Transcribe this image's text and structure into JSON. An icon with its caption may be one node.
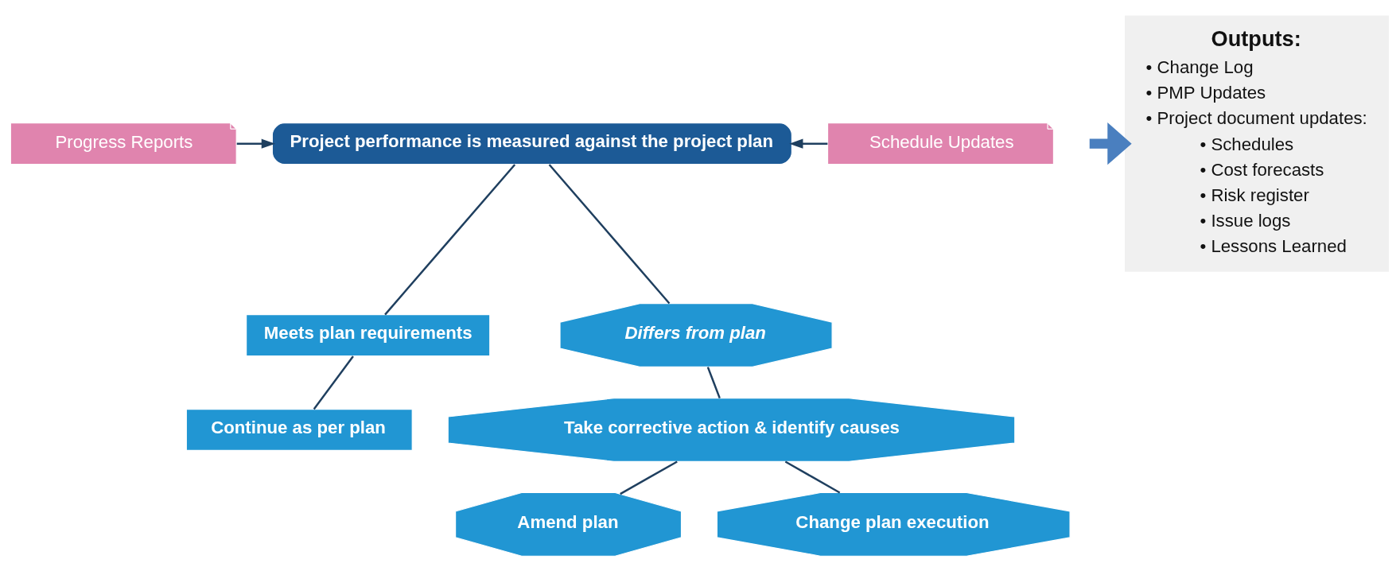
{
  "diagram": {
    "nodes": [
      {
        "text": [
          "Progress Reports"
        ]
      },
      {
        "text": [
          "Project performance is measured against the project plan"
        ]
      },
      {
        "text": [
          "Schedule Updates"
        ]
      },
      {
        "text": [
          "Meets plan requirements"
        ]
      },
      {
        "text": [
          "Differs from plan"
        ]
      },
      {
        "text": [
          "Continue as per plan"
        ]
      },
      {
        "text": [
          "Take corrective action & identify causes"
        ]
      },
      {
        "text": [
          "Amend plan"
        ]
      },
      {
        "text": [
          "Change plan execution"
        ]
      },
      {
        "text": [
          "Outputs:",
          "• Change Log",
          "• PMP Updates",
          "• Project document updates:",
          "• Schedules",
          "• Cost forecasts",
          "• Risk register",
          "• Issue logs",
          "• Lessons Learned"
        ]
      }
    ],
    "edges": [
      {
        "from": 0,
        "to": 1,
        "arrow": "to"
      },
      {
        "from": 2,
        "to": 1,
        "arrow": "to"
      },
      {
        "from": 1,
        "to": 3,
        "arrow": "none"
      },
      {
        "from": 1,
        "to": 4,
        "arrow": "none"
      },
      {
        "from": 3,
        "to": 5,
        "arrow": "none"
      },
      {
        "from": 4,
        "to": 6,
        "arrow": "none"
      },
      {
        "from": 6,
        "to": 7,
        "arrow": "none"
      },
      {
        "from": 6,
        "to": 8,
        "arrow": "none"
      },
      {
        "from": null,
        "to": 9,
        "arrow": "to",
        "style": "thick",
        "color": "#4a7fbf"
      }
    ]
  }
}
